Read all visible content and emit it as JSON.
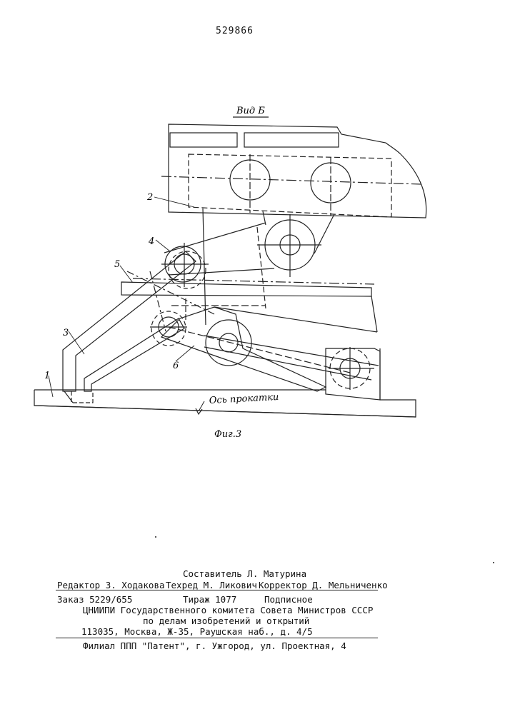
{
  "header": {
    "patent_number": "529866"
  },
  "figure": {
    "view_label": "Вид Б",
    "caption": "Фиг.3",
    "axis_label": "Ось прокатки",
    "callouts": [
      "1",
      "2",
      "3",
      "4",
      "5",
      "6"
    ]
  },
  "footer": {
    "compiler": "Составитель Л. Матурина",
    "editor": "Редактор З. Ходакова",
    "techred": "Техред М. Ликович",
    "corrector": "Корректор Д. Мельниченко",
    "order": "Заказ 5229/655",
    "circulation": "Тираж 1077",
    "subscription": "Подписное",
    "org_line1": "ЦНИИПИ Государственного комитета Совета Министров СССР",
    "org_line2": "по делам изобретений и открытий",
    "address": "113035, Москва, Ж-35, Раушская наб., д. 4/5",
    "branch": "Филиал ППП \"Патент\", г. Ужгород, ул. Проектная, 4"
  }
}
